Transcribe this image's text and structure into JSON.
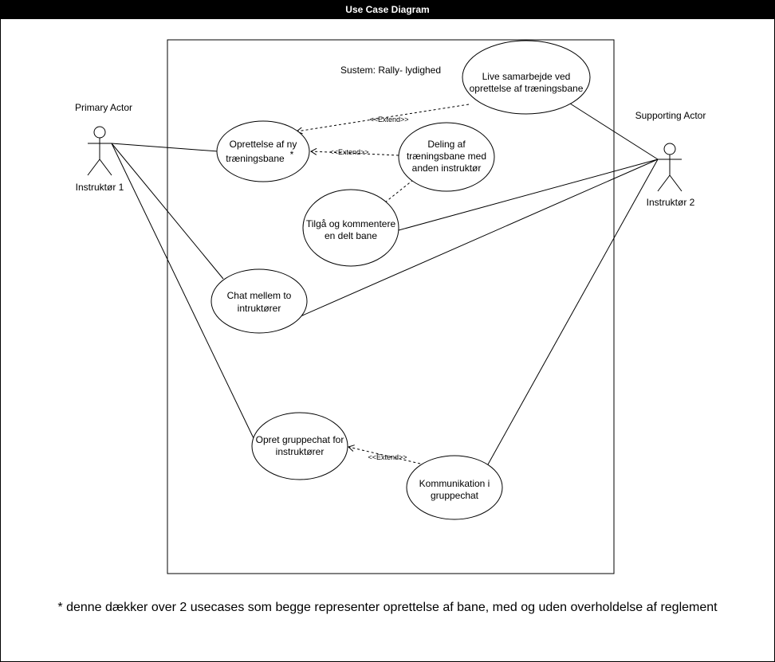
{
  "diagram": {
    "title": "Use Case Diagram",
    "system_label": "Sustem: Rally- lydighed",
    "actors": {
      "primary": {
        "role": "Primary Actor",
        "name": "Instruktør 1"
      },
      "supporting": {
        "role": "Supporting Actor",
        "name": "Instruktør 2"
      }
    },
    "use_cases": {
      "oprettelse": {
        "line1": "Oprettelse af ny",
        "line2": "træningsbane",
        "mark": "*"
      },
      "live": {
        "line1": "Live samarbejde ved",
        "line2": "oprettelse af træningsbane"
      },
      "deling": {
        "line1": "Deling af",
        "line2": "træningsbane med",
        "line3": "anden instruktør"
      },
      "tilgaa": {
        "line1": "Tilgå og kommentere",
        "line2": "en delt bane"
      },
      "chat": {
        "line1": "Chat mellem to",
        "line2": "intruktører"
      },
      "gruppechat": {
        "line1": "Opret gruppechat for",
        "line2": "instruktører"
      },
      "kommunikation": {
        "line1": "Kommunikation i",
        "line2": "gruppechat"
      }
    },
    "extend_labels": {
      "live_to_oprettelse": "<<Extend>>",
      "deling_to_oprettelse": "<<Extend>>",
      "kommunikation_to_gruppechat": "<<Extend>>"
    },
    "footnote": "* denne dækker over 2 usecases som begge representer oprettelse af bane, med og uden overholdelse af reglement"
  }
}
